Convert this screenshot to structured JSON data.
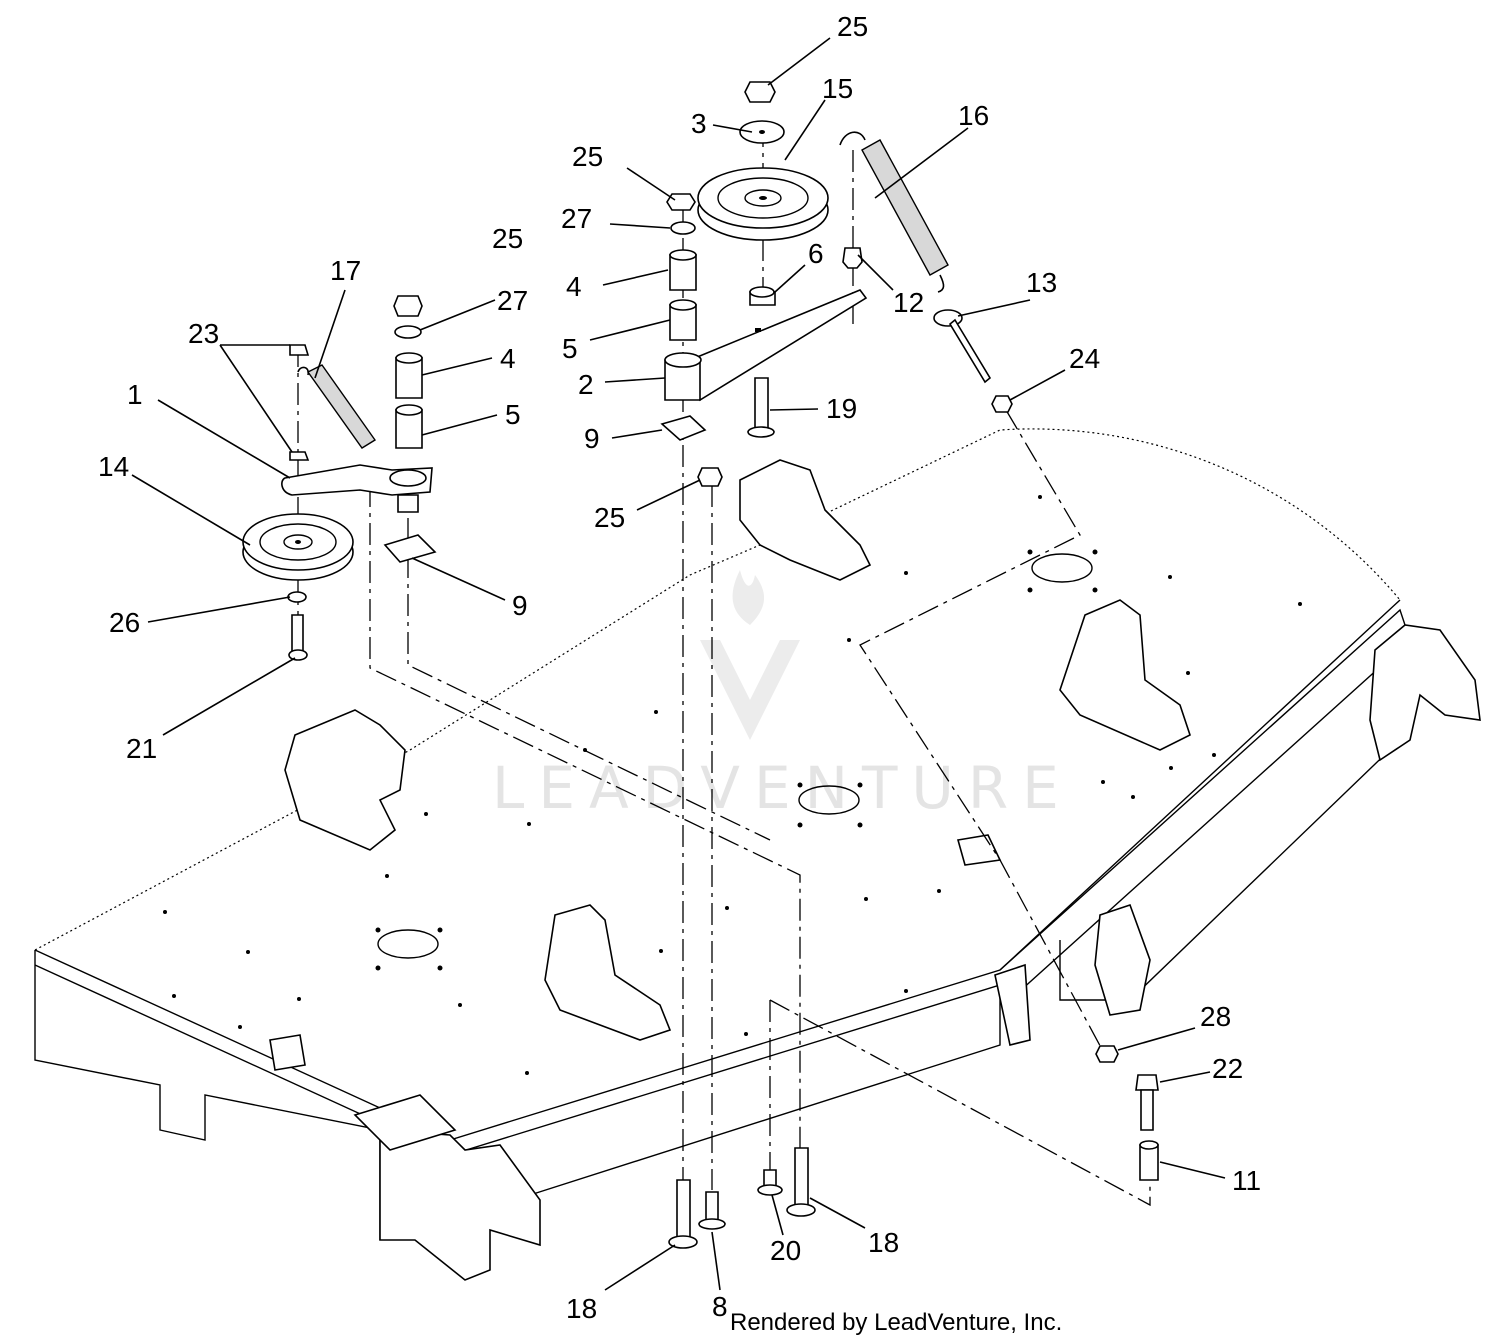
{
  "diagram": {
    "credit": "Rendered by LeadVenture, Inc.",
    "watermark": "LEADVENTURE",
    "callouts": {
      "c25a": "25",
      "c15": "15",
      "c3": "3",
      "c16": "16",
      "c25b": "25",
      "c27a": "27",
      "c6": "6",
      "c4a": "4",
      "c12": "12",
      "c13": "13",
      "c5a": "5",
      "c24": "24",
      "c2": "2",
      "c19": "19",
      "c9a": "9",
      "c25c": "25",
      "c27b": "27",
      "c17": "17",
      "c23": "23",
      "c4b": "4",
      "c1": "1",
      "c5b": "5",
      "c14": "14",
      "c9b": "9",
      "c26": "26",
      "c21": "21",
      "c28": "28",
      "c22": "22",
      "c11": "11",
      "c18a": "18",
      "c20": "20",
      "c18b": "18",
      "c8": "8"
    }
  }
}
